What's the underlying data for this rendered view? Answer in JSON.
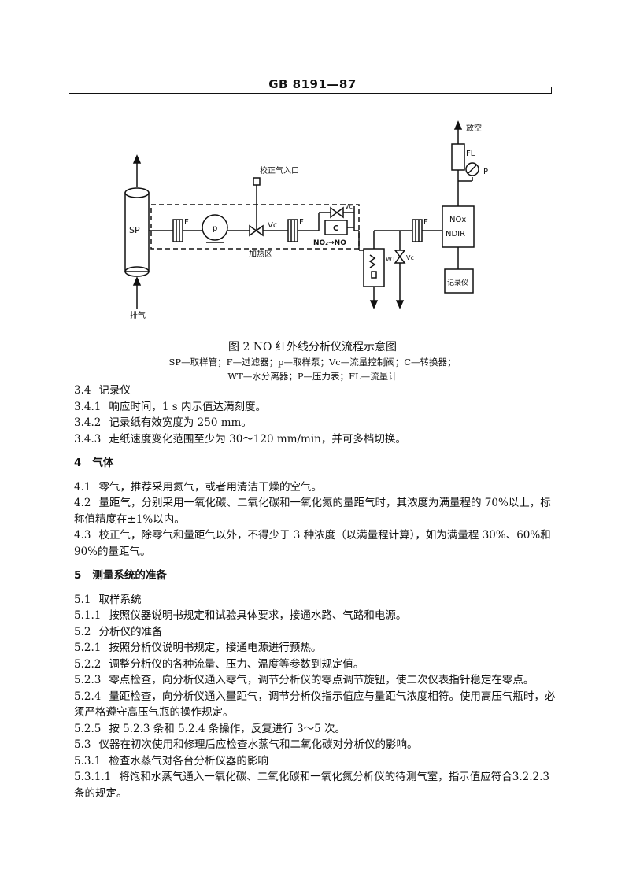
{
  "header": {
    "title": "GB 8191—87"
  },
  "diagram": {
    "labels": {
      "cal_inlet": "校正气入口",
      "vent": "放空",
      "exhaust": "排气",
      "heating": "加热区",
      "sp": "SP",
      "f1": "F",
      "f2": "F",
      "f3": "F",
      "pump": "p",
      "vc1": "Vc",
      "vc2": "Vc",
      "vc3": "Vc",
      "converter": "C",
      "conv_text": "NO₂→NO",
      "wt": "WT",
      "fl": "FL",
      "p": "P",
      "nox": "NOx",
      "ndir": "NDIR",
      "recorder": "记录仪"
    }
  },
  "figure": {
    "title": "图 2  NO 红外线分析仪流程示意图",
    "legend_line1": "SP—取样管；F—过滤器；p—取样泵；Vc—流量控制阀；C—转换器；",
    "legend_line2": "WT—水分离器；P—压力表；FL—流量计"
  },
  "content": [
    {
      "num": "3.4",
      "text": "记录仪",
      "type": "heading2"
    },
    {
      "num": "3.4.1",
      "text": "响应时间，1 s 内示值达满刻度。"
    },
    {
      "num": "3.4.2",
      "text": "记录纸有效宽度为 250 mm。"
    },
    {
      "num": "3.4.3",
      "text": "走纸速度变化范围至少为 30～120 mm/min，并可多档切换。"
    },
    {
      "type": "gap"
    },
    {
      "num": "4",
      "text": "气体",
      "type": "heading"
    },
    {
      "type": "gap"
    },
    {
      "num": "4.1",
      "text": "零气，推荐采用氮气，或者用清洁干燥的空气。"
    },
    {
      "num": "4.2",
      "text": "量距气，分别采用一氧化碳、二氧化碳和一氧化氮的量距气时，其浓度为满量程的 70%以上，标称值精度在±1%以内。"
    },
    {
      "num": "4.3",
      "text": "校正气，除零气和量距气以外，不得少于 3 种浓度（以满量程计算），如为满量程 30%、60%和 90%的量距气。"
    },
    {
      "type": "gap"
    },
    {
      "num": "5",
      "text": "测量系统的准备",
      "type": "heading"
    },
    {
      "type": "gap"
    },
    {
      "num": "5.1",
      "text": "取样系统"
    },
    {
      "num": "5.1.1",
      "text": "按照仪器说明书规定和试验具体要求，接通水路、气路和电源。"
    },
    {
      "num": "5.2",
      "text": "分析仪的准备"
    },
    {
      "num": "5.2.1",
      "text": "按照分析仪说明书规定，接通电源进行预热。"
    },
    {
      "num": "5.2.2",
      "text": "调整分析仪的各种流量、压力、温度等参数到规定值。"
    },
    {
      "num": "5.2.3",
      "text": "零点检查，向分析仪通入零气，调节分析仪的零点调节旋钮，使二次仪表指针稳定在零点。"
    },
    {
      "num": "5.2.4",
      "text": "量距检查，向分析仪通入量距气，调节分析仪指示值应与量距气浓度相符。使用高压气瓶时，必须严格遵守高压气瓶的操作规定。"
    },
    {
      "num": "5.2.5",
      "text": "按 5.2.3 条和 5.2.4 条操作，反复进行 3～5 次。"
    },
    {
      "num": "5.3",
      "text": "仪器在初次使用和修理后应检查水蒸气和二氧化碳对分析仪的影响。"
    },
    {
      "num": "5.3.1",
      "text": "检查水蒸气对各台分析仪器的影响"
    },
    {
      "num": "5.3.1.1",
      "text": "将饱和水蒸气通入一氧化碳、二氧化碳和一氧化氮分析仪的待测气室，指示值应符合3.2.2.3条的规定。"
    }
  ]
}
